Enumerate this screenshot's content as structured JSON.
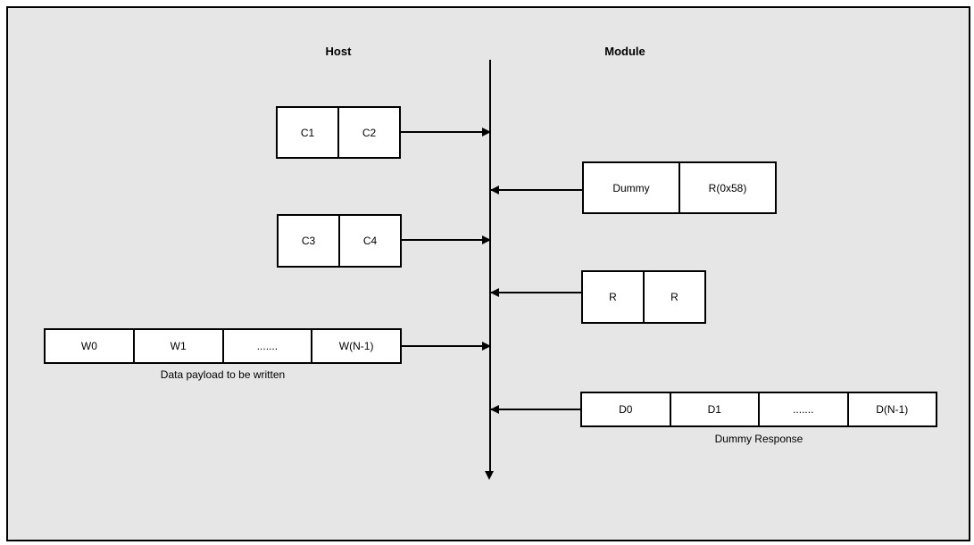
{
  "headers": {
    "host": "Host",
    "module": "Module"
  },
  "boxes": {
    "cmd12": {
      "cells": [
        "C1",
        "C2"
      ]
    },
    "dummy_r": {
      "cells": [
        "Dummy",
        "R(0x58)"
      ]
    },
    "cmd34": {
      "cells": [
        "C3",
        "C4"
      ]
    },
    "rr": {
      "cells": [
        "R",
        "R"
      ]
    },
    "write_payload": {
      "cells": [
        "W0",
        "W1",
        ".......",
        "W(N-1)"
      ],
      "caption": "Data payload to be written"
    },
    "dummy_response": {
      "cells": [
        "D0",
        "D1",
        ".......",
        "D(N-1)"
      ],
      "caption": "Dummy Response"
    }
  },
  "colors": {
    "background": "#e6e6e6",
    "box_fill": "#ffffff",
    "line": "#000000"
  }
}
